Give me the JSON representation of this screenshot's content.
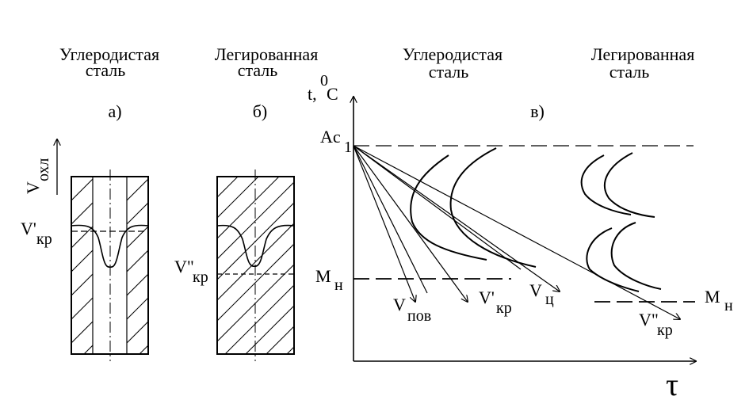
{
  "figure": {
    "headers": [
      {
        "line1": "Углеродистая",
        "line2": "сталь"
      },
      {
        "line1": "Легированная",
        "line2": "сталь"
      },
      {
        "line1": "Углеродистая",
        "line2": "сталь"
      },
      {
        "line1": "Легированная",
        "line2": "сталь"
      }
    ],
    "panel_labels": {
      "a": "а)",
      "b": "б)",
      "v": "в)"
    },
    "panel_a": {
      "axis_main": "V",
      "axis_sub": "охл",
      "vcrit_main": "V'",
      "vcrit_sub": "кр"
    },
    "panel_b": {
      "vcrit_main": "V\"",
      "vcrit_sub": "кр"
    },
    "panel_v": {
      "y_axis_main": "t,",
      "y_axis_sup": "0",
      "y_axis_unit": "C",
      "ac_main": "Ac",
      "ac_sub": "1",
      "mn_left_main": "М",
      "mn_left_sub": "н",
      "mn_right_main": "М",
      "mn_right_sub": "н",
      "v_pov_main": "V",
      "v_pov_sub": "пов",
      "v_kr1_main": "V'",
      "v_kr1_sub": "кр",
      "v_c_main": "V",
      "v_c_sub": "ц",
      "v_kr2_main": "V\"",
      "v_kr2_sub": "кр",
      "x_axis": "τ"
    }
  }
}
